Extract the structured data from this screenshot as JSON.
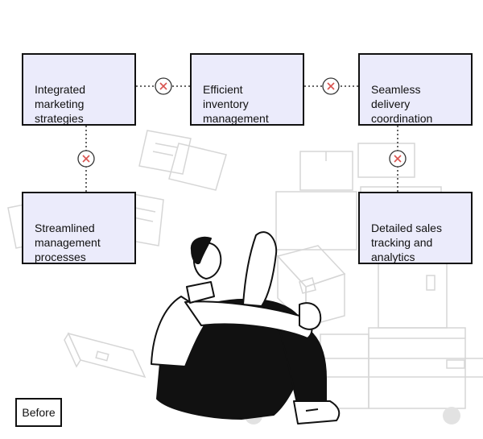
{
  "steps": [
    {
      "label": "Integrated\nmarketing\nstrategies"
    },
    {
      "label": "Efficient\ninventory\nmanagement"
    },
    {
      "label": "Seamless\ndelivery\ncoordination"
    },
    {
      "label": "Streamlined\nmanagement\nprocesses"
    },
    {
      "label": "Detailed sales\ntracking and\nanalytics"
    }
  ],
  "badge": {
    "label": "Before"
  },
  "icons": {
    "connector": "x-circle-icon"
  },
  "colors": {
    "box_fill": "#ebebfb",
    "outline": "#111111",
    "connector_x": "#d9534f",
    "sketch": "#d6d6d6"
  }
}
